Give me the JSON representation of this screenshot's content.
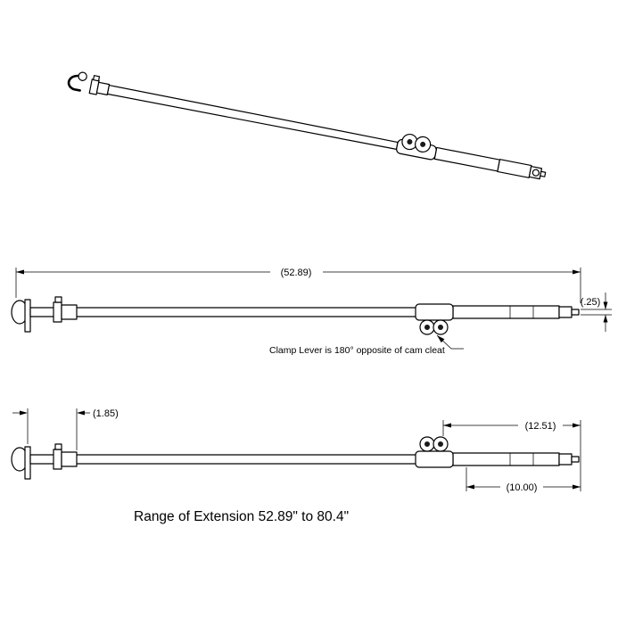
{
  "drawing": {
    "caption": "Range  of Extension 52.89\" to 80.4\"",
    "extended_view": {
      "overall_length": "(52.89)",
      "pin_dim": "(.25)",
      "clamp_note": "Clamp  Lever  is 180° opposite of cam cleat"
    },
    "collapsed_view": {
      "grip_dim": "(1.85)",
      "inner_tube_dim": "(12.51)",
      "extension_dim": "(10.00)"
    },
    "colors": {
      "line": "#000000",
      "background": "#ffffff"
    }
  }
}
